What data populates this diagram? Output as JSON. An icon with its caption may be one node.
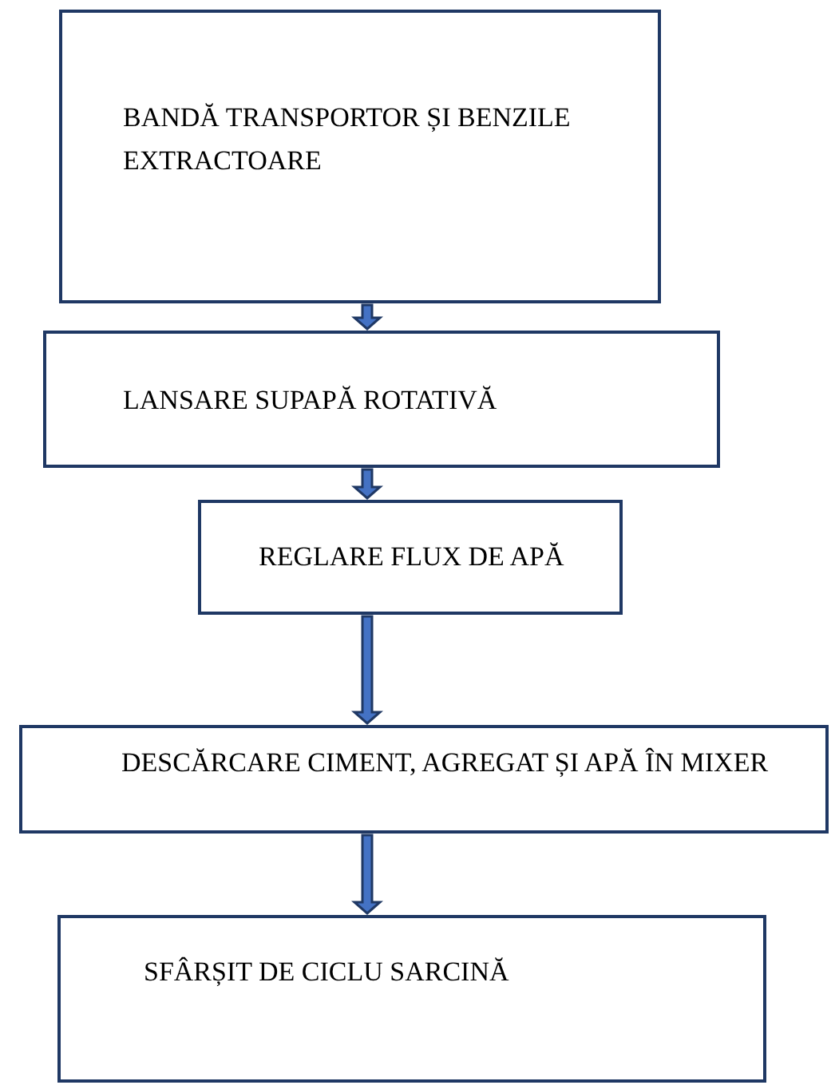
{
  "diagram": {
    "nodes": [
      {
        "text": [
          "BANDĂ TRANSPORTOR ȘI BENZILE EXTRACTOARE"
        ]
      },
      {
        "text": [
          "LANSARE SUPAPĂ ROTATIVĂ"
        ]
      },
      {
        "text": [
          "REGLARE FLUX DE APĂ"
        ]
      },
      {
        "text": [
          "DESCĂRCARE CIMENT, AGREGAT ȘI APĂ ÎN MIXER"
        ]
      },
      {
        "text": [
          "SFÂRȘIT DE CICLU SARCINĂ"
        ]
      }
    ],
    "edges": [
      {
        "from": 0,
        "to": 1,
        "arrow": "to"
      },
      {
        "from": 1,
        "to": 2,
        "arrow": "to"
      },
      {
        "from": 2,
        "to": 3,
        "arrow": "to"
      },
      {
        "from": 3,
        "to": 4,
        "arrow": "to"
      }
    ]
  }
}
